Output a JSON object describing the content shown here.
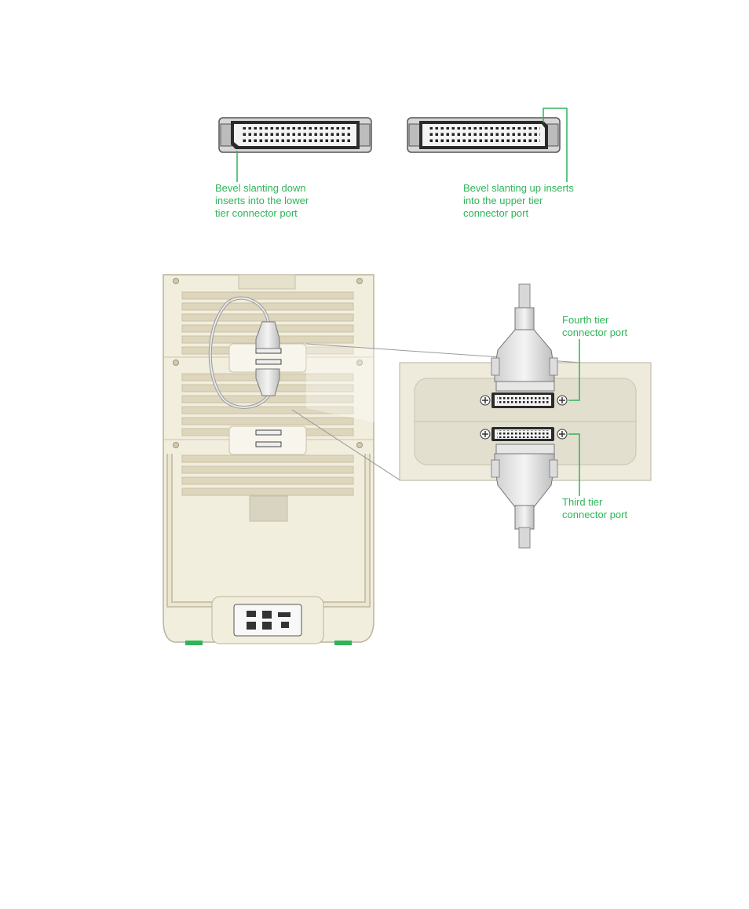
{
  "colors": {
    "accent": "#2fb45a",
    "chassis": "#f2eedd",
    "chassis_stroke": "#b9b39c",
    "slot": "#ddd6bd",
    "connector_body": "#e3e3e3",
    "connector_dark": "#3a3a3a"
  },
  "callouts": {
    "bevel_down": "Bevel slanting down\ninserts into the lower\ntier connector port",
    "bevel_up": "Bevel slanting up inserts\ninto the upper tier\nconnector port",
    "fourth_tier": "Fourth tier\nconnector port",
    "third_tier": "Third tier\nconnector port"
  },
  "icons": {
    "screw": "screw-plus-icon",
    "power": "power-socket-icon"
  }
}
